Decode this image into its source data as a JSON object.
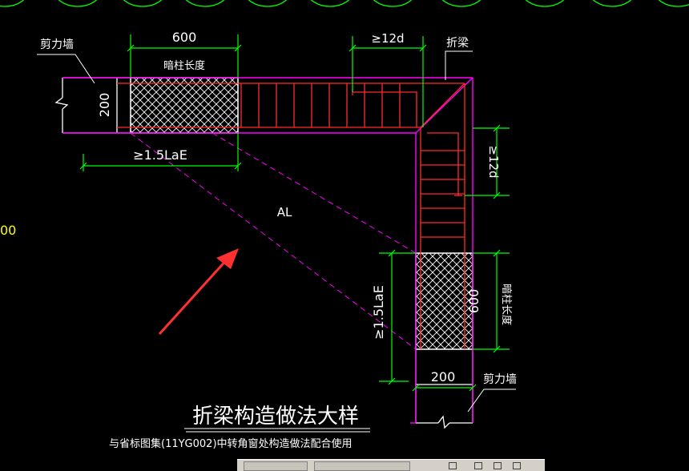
{
  "drawing": {
    "title": "折梁构造做法大样",
    "subtitle": "与省标图集(11YG002)中转角窗处构造做法配合使用",
    "edge_label": "00"
  },
  "dims": {
    "top_width": "600",
    "top_hidden_column": "暗柱长度",
    "top_min_anchor_12d": "≥12d",
    "left_wall_thickness": "200",
    "top_min_anchor_lae": "≥1.5LaE",
    "right_min_anchor_12d": "≥12d",
    "right_min_anchor_lae": "≥1.5LaE",
    "right_width": "600",
    "right_hidden_column": "暗柱长度",
    "bottom_wall_thickness": "200"
  },
  "labels": {
    "shear_wall_top": "剪力墙",
    "folded_beam": "折梁",
    "shear_wall_bottom": "剪力墙",
    "al": "AL"
  },
  "colors": {
    "background": "#000000",
    "wall": "#ffffff",
    "beam_outline": "#ff00ff",
    "rebar": "#ff2a2a",
    "dimension": "#00ff00",
    "text": "#ffffff",
    "arrow": "#ff3030"
  }
}
